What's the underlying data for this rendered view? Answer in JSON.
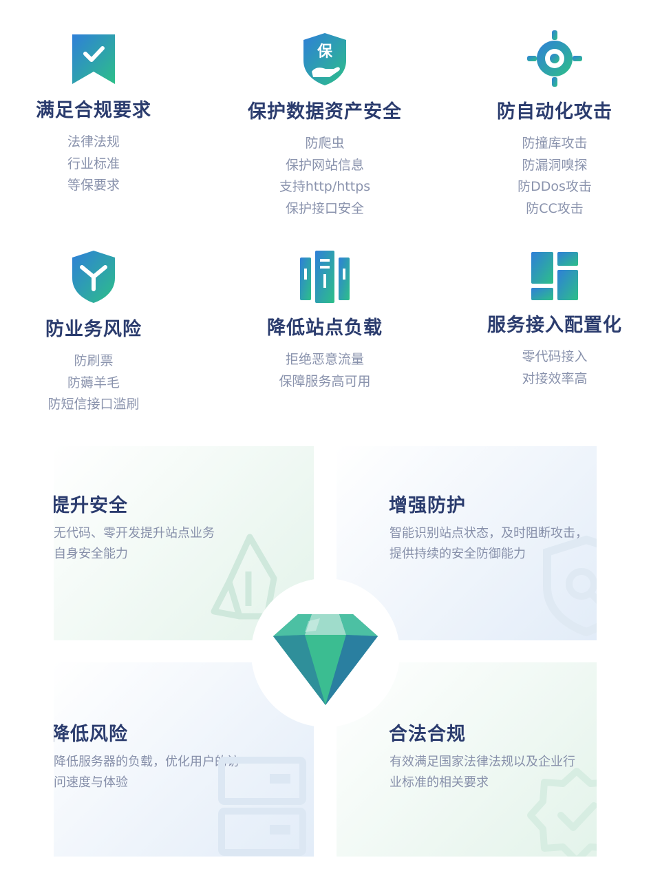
{
  "features": [
    {
      "title": "满足合规要求",
      "icon": "compliance-check-icon",
      "items": [
        "法律法规",
        "行业标准",
        "等保要求"
      ]
    },
    {
      "title": "保护数据资产安全",
      "icon": "data-protect-shield-icon",
      "icon_text": "保",
      "items": [
        "防爬虫",
        "保护网站信息",
        "支持http/https",
        "保护接口安全"
      ]
    },
    {
      "title": "防自动化攻击",
      "icon": "target-crosshair-icon",
      "items": [
        "防撞库攻击",
        "防漏洞嗅探",
        "防DDos攻击",
        "防CC攻击"
      ]
    },
    {
      "title": "防业务风险",
      "icon": "business-risk-shield-icon",
      "items": [
        "防刷票",
        "防薅羊毛",
        "防短信接口滥刷"
      ]
    },
    {
      "title": "降低站点负载",
      "icon": "server-load-icon",
      "items": [
        "拒绝恶意流量",
        "保障服务高可用"
      ]
    },
    {
      "title": "服务接入配置化",
      "icon": "config-layout-icon",
      "items": [
        "零代码接入",
        "对接效率高"
      ]
    }
  ],
  "quadrants": [
    {
      "title": "提升安全",
      "desc": [
        "无代码、零开发提升站点业务",
        "自身安全能力"
      ],
      "watermark": "rocket-icon"
    },
    {
      "title": "增强防护",
      "desc": [
        "智能识别站点状态，及时阻断攻击，",
        "提供持续的安全防御能力"
      ],
      "watermark": "shield-search-icon"
    },
    {
      "title": "降低风险",
      "desc": [
        "降低服务器的负载，优化用户的访",
        "问速度与体验"
      ],
      "watermark": "server-icon"
    },
    {
      "title": "合法合规",
      "desc": [
        "有效满足国家法律法规以及企业行",
        "业标准的相关要求"
      ],
      "watermark": "badge-check-icon"
    }
  ],
  "center": {
    "icon": "diamond-icon"
  },
  "colors": {
    "gradient_start": "#2f7fd8",
    "gradient_end": "#2dbf88",
    "title": "#2b3c6e",
    "text": "#8a93ad"
  }
}
